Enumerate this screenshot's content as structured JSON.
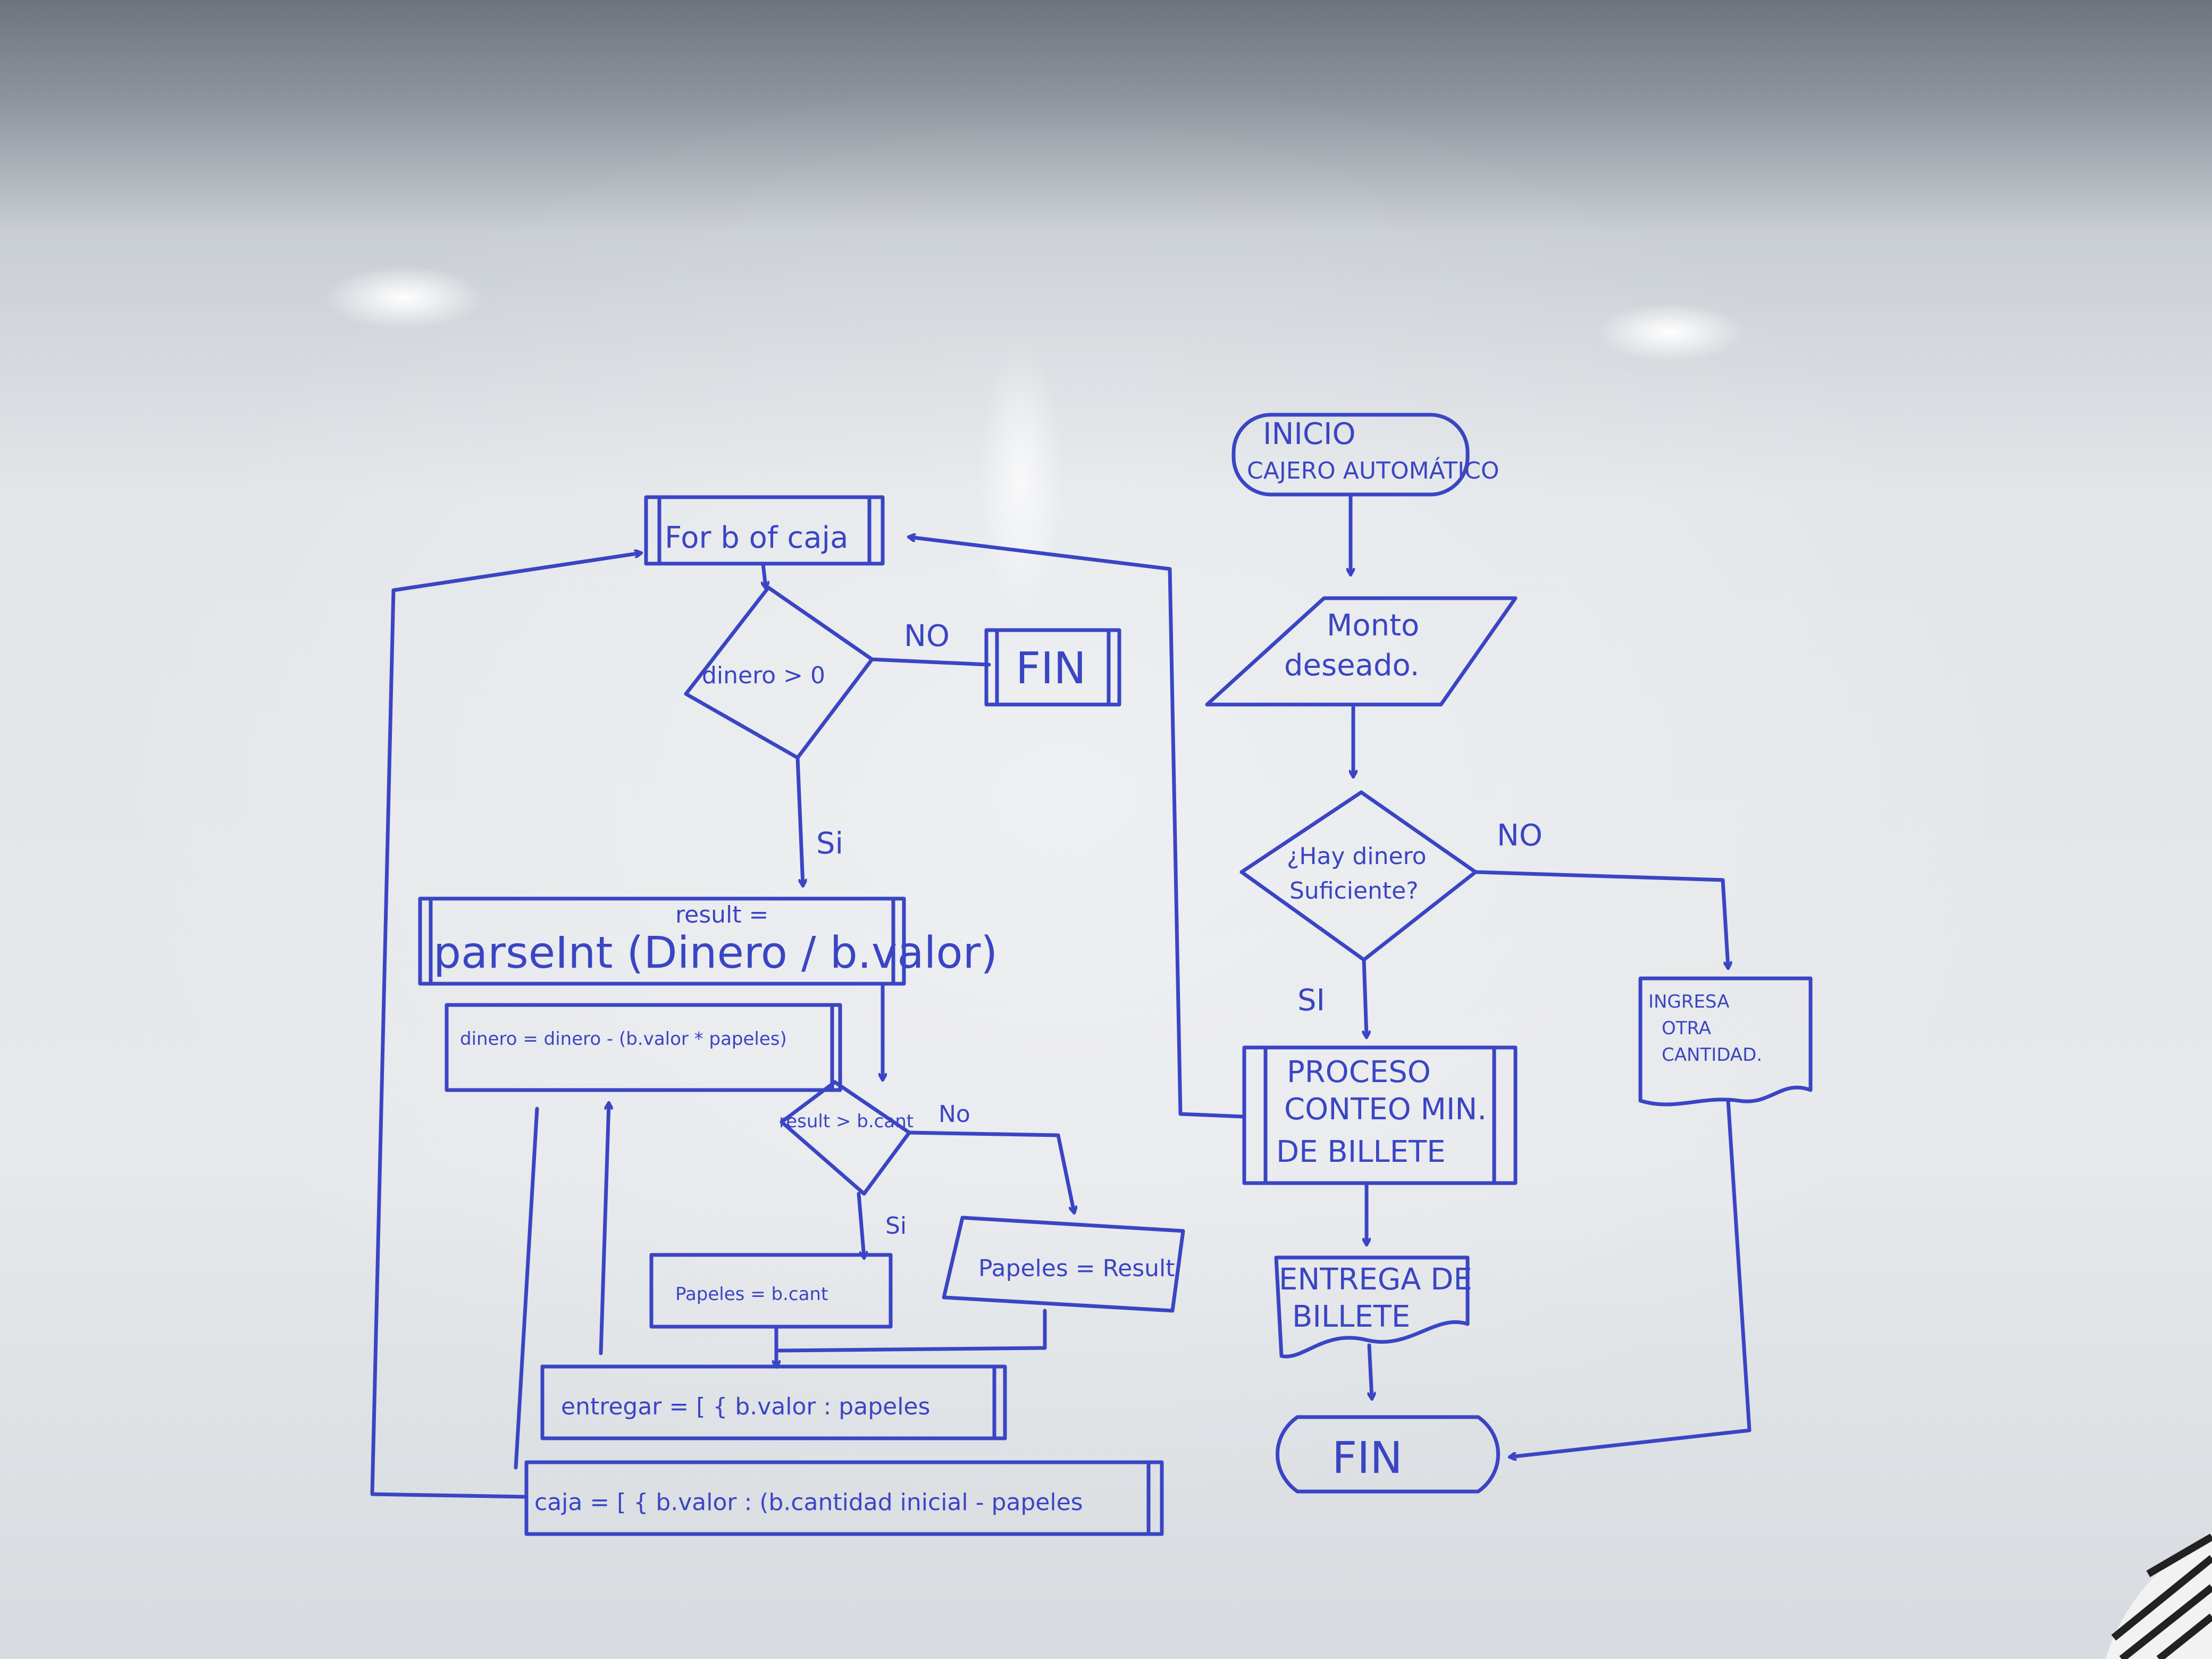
{
  "diagram": {
    "main_flow": {
      "start": [
        "INICIO",
        "CAJERO AUTOMÁTICO"
      ],
      "input": [
        "Monto",
        "deseado."
      ],
      "decision": [
        "¿Hay dinero",
        "Suficiente?"
      ],
      "label_no": "NO",
      "label_si": "SI",
      "alt_output": [
        "INGRESA",
        "OTRA",
        "CANTIDAD."
      ],
      "process": [
        "PROCESO",
        "CONTEO MIN.",
        "DE BILLETE"
      ],
      "output": [
        "ENTREGA DE",
        "BILLETE"
      ],
      "end": "FIN"
    },
    "sub_flow": {
      "loop": "For b of caja",
      "decision_money": "dinero > 0",
      "label_no": "NO",
      "end_box": "FIN",
      "label_si": "Si",
      "result_caption": "result =",
      "result_expr": "parseInt (Dinero / b.valor)",
      "update_money": "dinero = dinero - (b.valor * papeles)",
      "decision_result": "result > b.cant",
      "label_no2": "No",
      "label_si2": "Si",
      "papeles_cant": "Papeles = b.cant",
      "papeles_result": "Papeles = Result",
      "entregar": "entregar = [ { b.valor : papeles",
      "caja": "caja = [ { b.valor : (b.cantidad inicial - papeles"
    }
  }
}
